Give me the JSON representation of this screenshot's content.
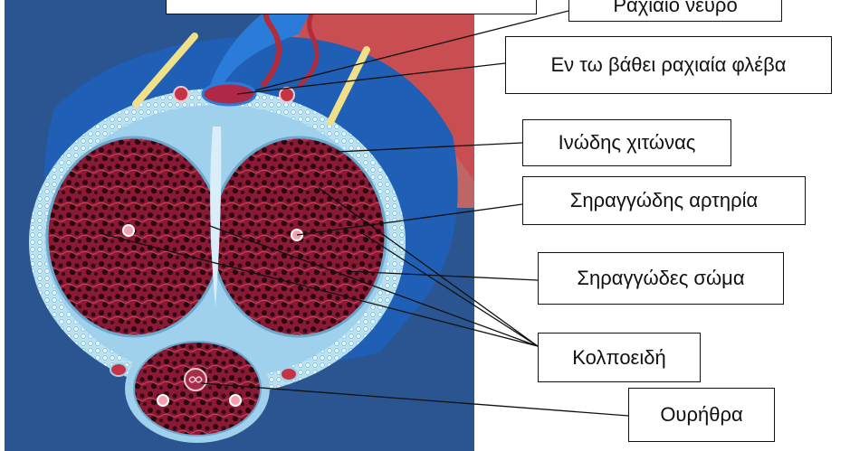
{
  "labels": {
    "top_box": "",
    "dorsal_nerve": "Ραχιαίο νεύρο",
    "deep_dorsal_vein": "Εν τω βάθει ραχιαία φλέβα",
    "tunica_albuginea": "Ινώδης χιτώνας",
    "cavernous_artery": "Σηραγγώδης  αρτηρία",
    "corpus_cavernosum": "Σηραγγώδες  σώμα",
    "sinusoids": "Κολποειδή",
    "urethra": "Ουρήθρα"
  },
  "colors": {
    "background": "#2a5590",
    "tissue": "#8a1a34",
    "sheath": "#9fd0ec",
    "vein": "#1f5fb5",
    "nerve": "#efe089",
    "skin": "#d76a5e"
  }
}
